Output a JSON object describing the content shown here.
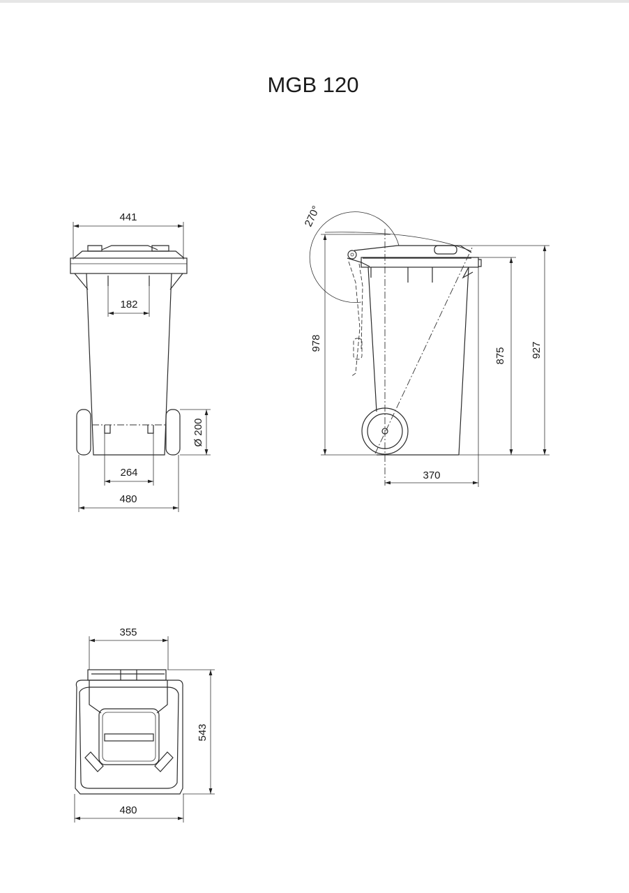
{
  "title": "MGB 120",
  "front_view": {
    "lid_width": "441",
    "handle_spacing": "182",
    "base_width": "264",
    "wheel_track_width": "480",
    "wheel_diameter": "Ø 200"
  },
  "side_view": {
    "lid_angle": "270°",
    "open_height": "978",
    "rim_height": "875",
    "total_height": "927",
    "depth": "370"
  },
  "top_view": {
    "handle_width": "355",
    "depth": "543",
    "width": "480"
  }
}
